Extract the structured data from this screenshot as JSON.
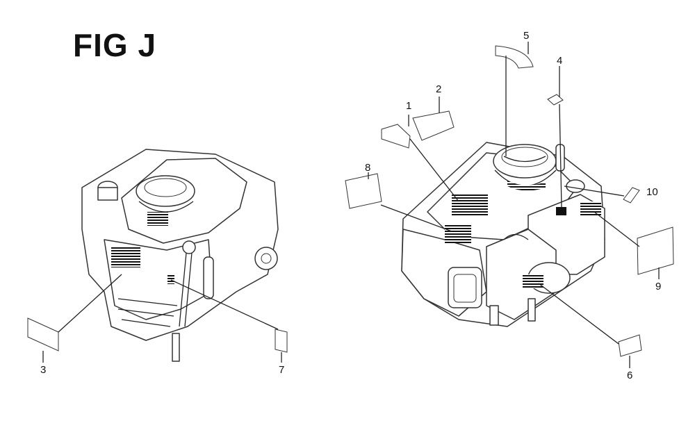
{
  "figure": {
    "title": "FIG J"
  },
  "callouts": [
    {
      "id": "1",
      "label": "1"
    },
    {
      "id": "2",
      "label": "2"
    },
    {
      "id": "3",
      "label": "3"
    },
    {
      "id": "4",
      "label": "4"
    },
    {
      "id": "5",
      "label": "5"
    },
    {
      "id": "6",
      "label": "6"
    },
    {
      "id": "7",
      "label": "7"
    },
    {
      "id": "8",
      "label": "8"
    },
    {
      "id": "9",
      "label": "9"
    },
    {
      "id": "10",
      "label": "10"
    }
  ]
}
